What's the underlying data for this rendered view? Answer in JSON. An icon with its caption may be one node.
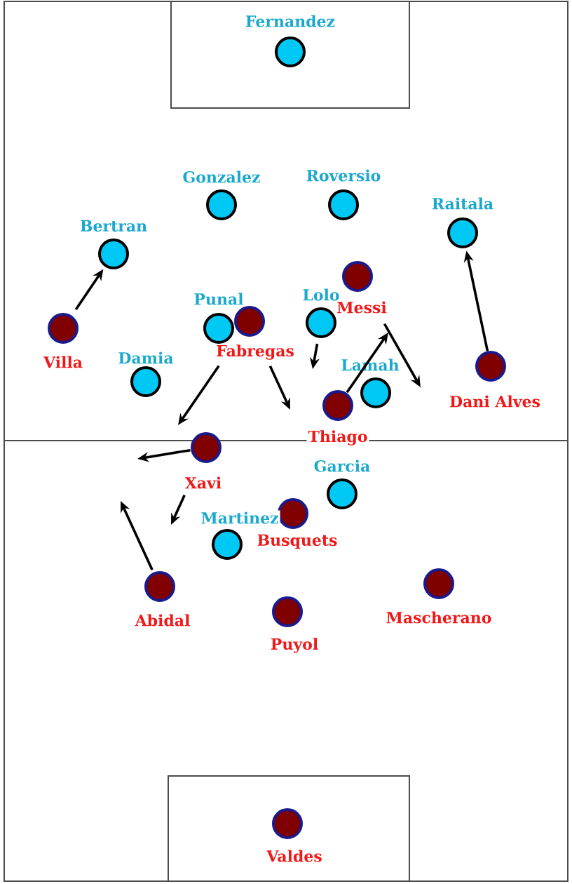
{
  "diagram": {
    "nodes": [
      {
        "text": [
          "Fernandez"
        ]
      },
      {
        "text": [
          "Gonzalez"
        ]
      },
      {
        "text": [
          "Roversio"
        ]
      },
      {
        "text": [
          "Raitala"
        ]
      },
      {
        "text": [
          "Bertran"
        ]
      },
      {
        "text": [
          "Messi"
        ]
      },
      {
        "text": [
          "Punal"
        ]
      },
      {
        "text": [
          "Lolo"
        ]
      },
      {
        "text": [
          "Fabregas"
        ]
      },
      {
        "text": [
          "Villa"
        ]
      },
      {
        "text": [
          "Damia"
        ]
      },
      {
        "text": [
          "Dani Alves"
        ]
      },
      {
        "text": [
          "Lamah"
        ]
      },
      {
        "text": [
          "Thiago"
        ]
      },
      {
        "text": [
          "Xavi"
        ]
      },
      {
        "text": [
          "Garcia"
        ]
      },
      {
        "text": [
          "Busquets"
        ]
      },
      {
        "text": [
          "Martinez"
        ]
      },
      {
        "text": [
          "Abidal"
        ]
      },
      {
        "text": [
          "Mascherano"
        ]
      },
      {
        "text": [
          "Puyol"
        ]
      },
      {
        "text": [
          "Valdes"
        ]
      }
    ],
    "edges": [
      {
        "from": 9,
        "to": 4,
        "arrow": "to"
      },
      {
        "from": 11,
        "to": 3,
        "arrow": "to"
      },
      {
        "from": 8,
        "to": null,
        "arrow": "to"
      },
      {
        "from": 8,
        "to": null,
        "arrow": "to"
      },
      {
        "from": 7,
        "to": null,
        "arrow": "to"
      },
      {
        "from": 13,
        "to": null,
        "arrow": "to"
      },
      {
        "from": 5,
        "to": null,
        "arrow": "to"
      },
      {
        "from": 14,
        "to": null,
        "arrow": "to"
      },
      {
        "from": 14,
        "to": null,
        "arrow": "to"
      },
      {
        "from": 18,
        "to": null,
        "arrow": "to"
      }
    ]
  }
}
